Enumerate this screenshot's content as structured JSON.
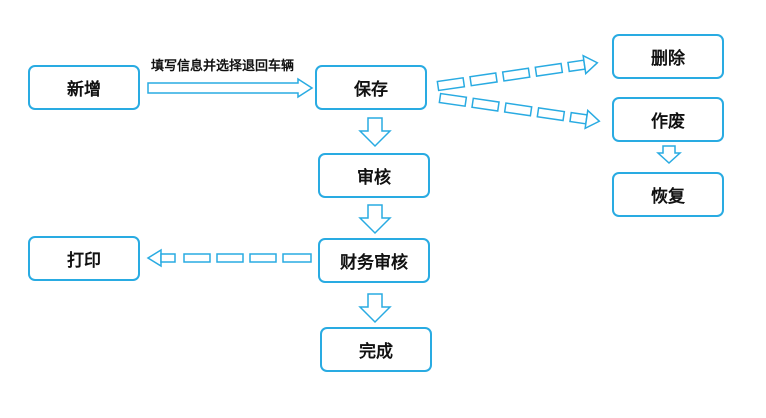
{
  "diagram": {
    "accent_color": "#29abe2",
    "nodes": {
      "new": "新增",
      "save": "保存",
      "delete": "删除",
      "void": "作废",
      "restore": "恢复",
      "review": "审核",
      "finance_review": "财务审核",
      "print": "打印",
      "complete": "完成"
    },
    "edges": {
      "new_to_save_label": "填写信息并选择退回车辆"
    }
  }
}
